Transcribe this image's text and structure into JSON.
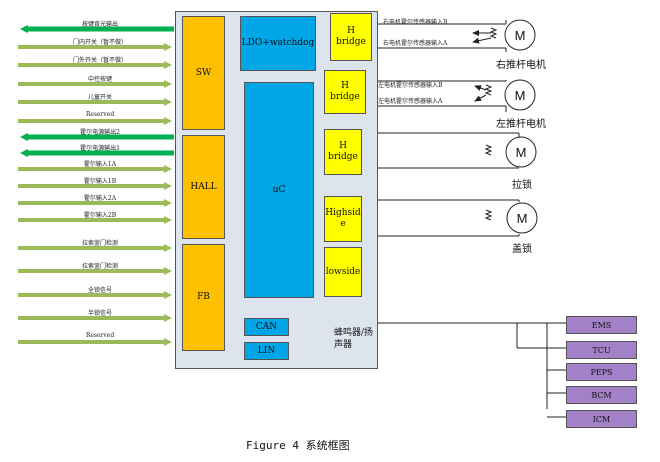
{
  "left_signals": {
    "sw": [
      {
        "label": "按键背光输出",
        "dir": "out"
      },
      {
        "label": "门内开关（暂不做）",
        "dir": "in"
      },
      {
        "label": "门外开关（暂不做）",
        "dir": "in"
      },
      {
        "label": "中控按键",
        "dir": "in"
      },
      {
        "label": "儿童开关",
        "dir": "in"
      },
      {
        "label": "Reserved",
        "dir": "in"
      }
    ],
    "hall": [
      {
        "label": "霍尔电源输出2",
        "dir": "out"
      },
      {
        "label": "霍尔电源输出1",
        "dir": "out"
      },
      {
        "label": "霍尔输入1A",
        "dir": "in"
      },
      {
        "label": "霍尔输入1B",
        "dir": "in"
      },
      {
        "label": "霍尔输入2A",
        "dir": "in"
      },
      {
        "label": "霍尔输入2B",
        "dir": "in"
      }
    ],
    "fb": [
      {
        "label": "拉索釜门检测",
        "dir": "in"
      },
      {
        "label": "拉索釜门检测",
        "dir": "in"
      },
      {
        "label": "全锁信号",
        "dir": "in"
      },
      {
        "label": "半锁信号",
        "dir": "in"
      },
      {
        "label": "Reserved",
        "dir": "in"
      }
    ]
  },
  "blocks": {
    "sw": "SW",
    "hall": "HALL",
    "fb": "FB",
    "ldo": "LDO+watchdog",
    "uc": "uC",
    "can": "CAN",
    "lin": "LIN",
    "hbridge1": "H bridge",
    "hbridge2": "H bridge",
    "hbridge3": "H bridge",
    "highside": "Highside",
    "lowside": "lowside"
  },
  "buzzer_label": "蜂鸣器/扬声器",
  "motors": {
    "right": {
      "symbol": "M",
      "label": "右推杆电机",
      "hall_b": "右电机霍尔传感器输入B",
      "hall_a": "右电机霍尔传感器输入A"
    },
    "left": {
      "symbol": "M",
      "label": "左推杆电机",
      "hall_b": "左电机霍尔传感器输入B",
      "hall_a": "左电机霍尔传感器输入A"
    },
    "lock": {
      "symbol": "M",
      "label": "拉锁"
    },
    "cover": {
      "symbol": "M",
      "label": "盖锁"
    }
  },
  "bus_nodes": [
    "EMS",
    "TCU",
    "PEPS",
    "BCM",
    "ICM"
  ],
  "caption": "Figure 4  系统框图",
  "colors": {
    "arrow_green": "#00b050",
    "arrow_olive": "#9bbb59",
    "block_orange": "#ffc000",
    "block_blue": "#00a6e6",
    "block_yellow": "#ffff00",
    "node_purple": "#a381c8",
    "board_bg": "#dde4ee"
  }
}
